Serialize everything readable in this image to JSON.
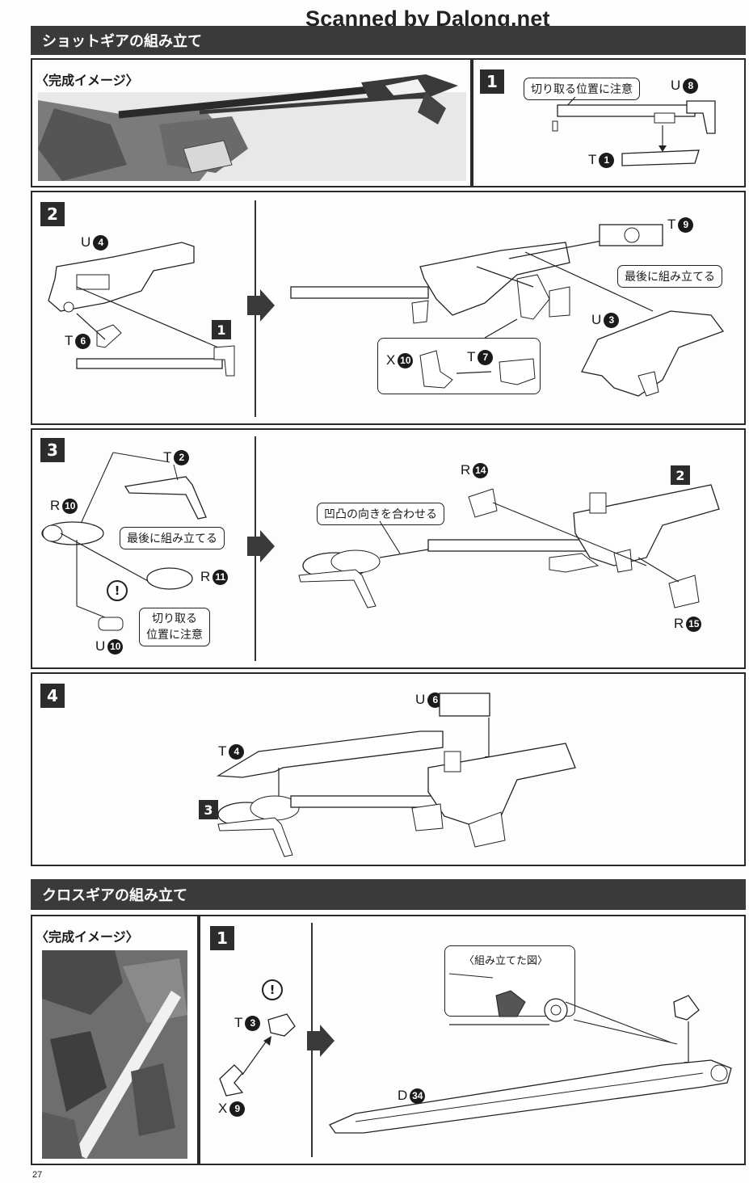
{
  "watermark": "Scanned by Dalong.net",
  "section_shot": {
    "title": "ショットギアの組み立て",
    "image_label": "〈完成イメージ〉",
    "step1": {
      "num": "1",
      "callout": "切り取る位置に注意",
      "parts": [
        {
          "letter": "U",
          "num": "8"
        },
        {
          "letter": "T",
          "num": "1"
        }
      ]
    },
    "step2": {
      "num": "2",
      "ref": "1",
      "callout": "最後に組み立てる",
      "parts": [
        {
          "letter": "U",
          "num": "4"
        },
        {
          "letter": "T",
          "num": "6"
        },
        {
          "letter": "T",
          "num": "9"
        },
        {
          "letter": "U",
          "num": "3"
        },
        {
          "letter": "X",
          "num": "10"
        },
        {
          "letter": "T",
          "num": "7"
        }
      ]
    },
    "step3": {
      "num": "3",
      "ref": "2",
      "callout_last": "最後に組み立てる",
      "callout_cut_line1": "切り取る",
      "callout_cut_line2": "位置に注意",
      "callout_align": "凹凸の向きを合わせる",
      "excl": "!",
      "parts": [
        {
          "letter": "T",
          "num": "2"
        },
        {
          "letter": "R",
          "num": "10"
        },
        {
          "letter": "R",
          "num": "11"
        },
        {
          "letter": "U",
          "num": "10"
        },
        {
          "letter": "R",
          "num": "14"
        },
        {
          "letter": "R",
          "num": "15"
        }
      ]
    },
    "step4": {
      "num": "4",
      "ref": "3",
      "parts": [
        {
          "letter": "U",
          "num": "6"
        },
        {
          "letter": "T",
          "num": "4"
        }
      ]
    }
  },
  "section_cross": {
    "title": "クロスギアの組み立て",
    "image_label": "〈完成イメージ〉",
    "step1": {
      "num": "1",
      "assembled_label": "〈組み立てた図〉",
      "excl": "!",
      "parts": [
        {
          "letter": "T",
          "num": "3"
        },
        {
          "letter": "X",
          "num": "9"
        },
        {
          "letter": "D",
          "num": "34"
        }
      ]
    }
  },
  "page_number": "27"
}
